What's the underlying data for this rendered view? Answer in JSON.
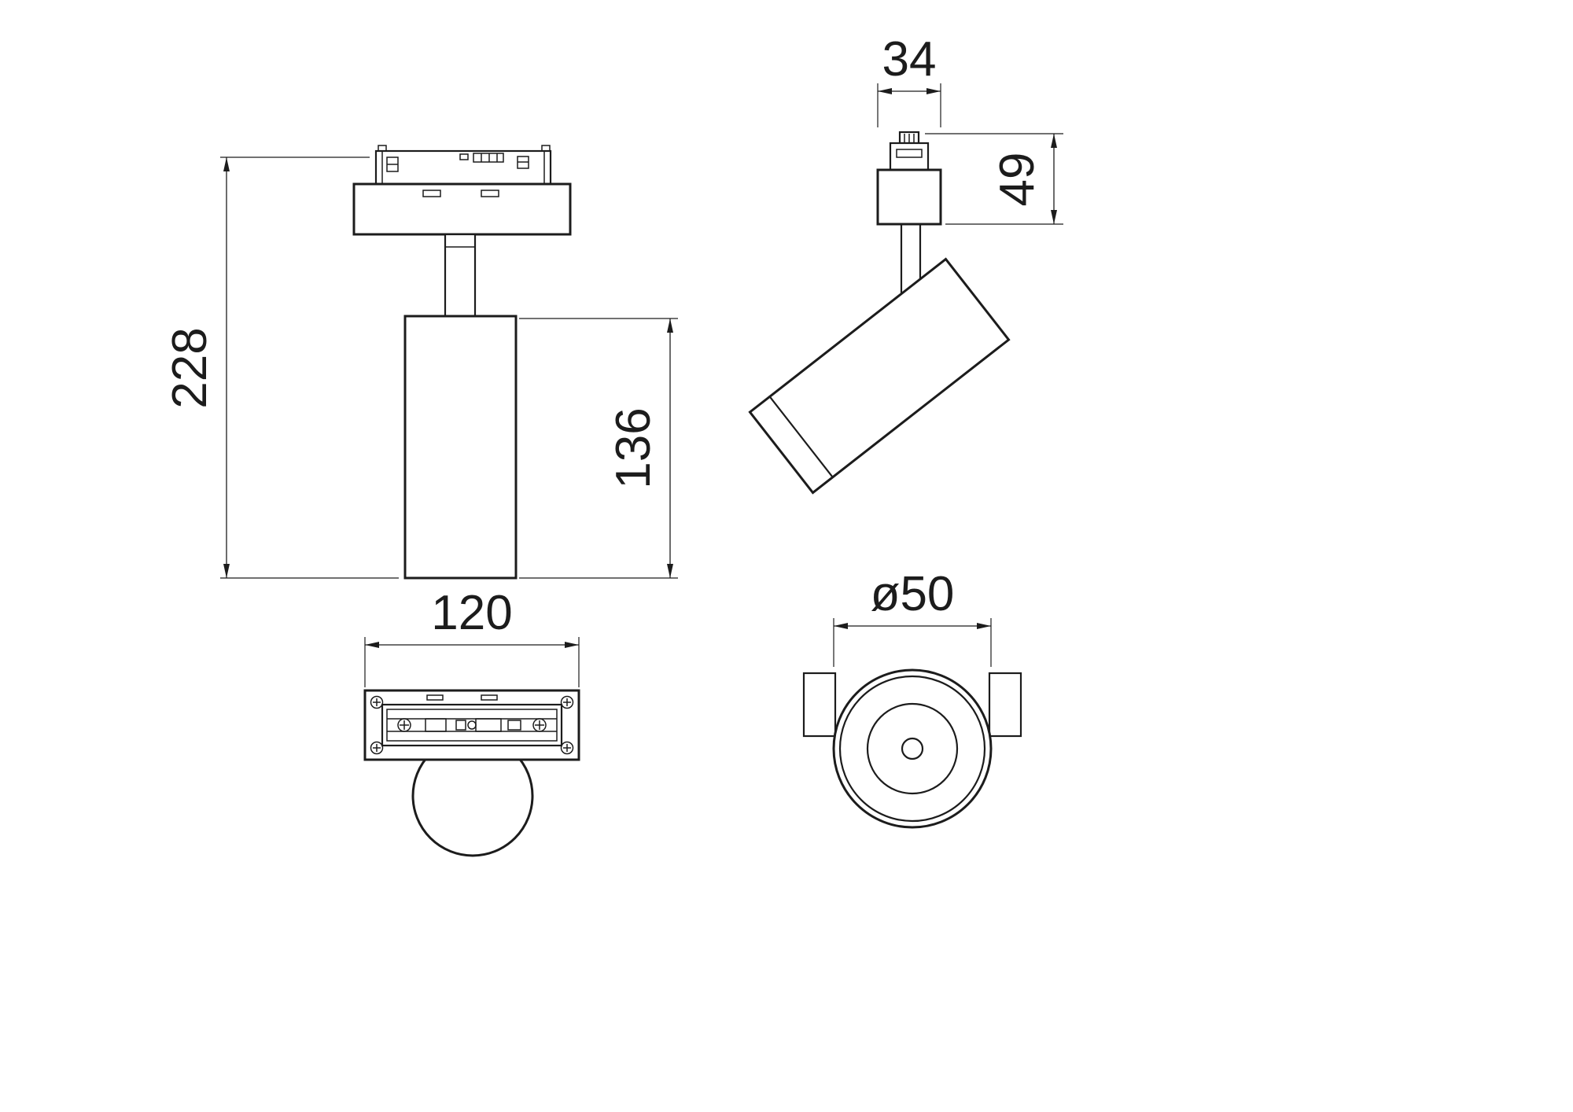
{
  "colors": {
    "line": "#1c1c1c",
    "background": "#ffffff"
  },
  "dimensions": {
    "total_height": "228",
    "body_height": "136",
    "adapter_width": "120",
    "connector_width": "34",
    "adapter_height": "49",
    "lens_diameter": "ø50"
  }
}
